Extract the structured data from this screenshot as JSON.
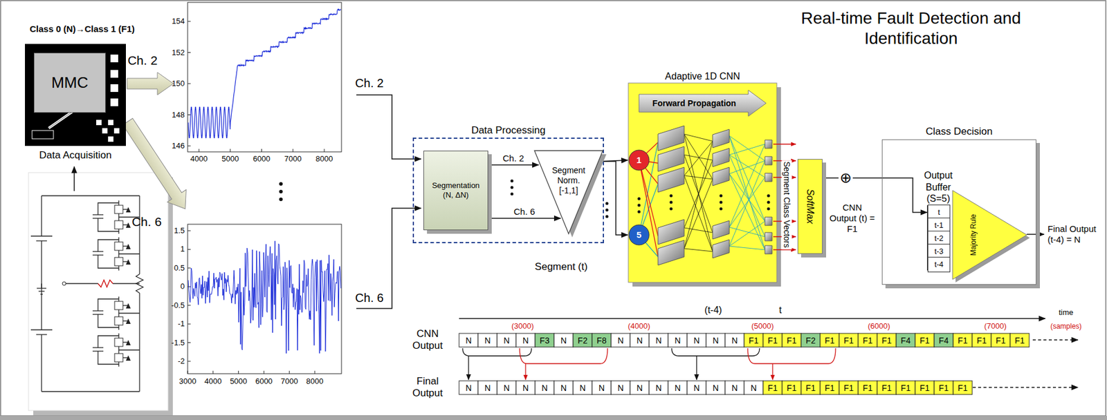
{
  "diagram": {
    "title": "Real-time Fault Detection and Identification",
    "nodes": [
      {
        "text": [
          "Class 0 (N)→Class 1 (F1)",
          "Data Acquisition"
        ]
      },
      {
        "text": [
          "MMC"
        ],
        "in": 0
      },
      {
        "text": [
          "Data Processing"
        ]
      },
      {
        "text": [
          "Segmentation (N, ΔN)"
        ],
        "in": 2
      },
      {
        "text": [
          "Segment Norm. [-1,1]"
        ],
        "in": 2
      },
      {
        "text": [
          "Adaptive 1D CNN"
        ]
      },
      {
        "text": [
          "Forward Propagation"
        ],
        "in": 5
      },
      {
        "text": [
          "1"
        ],
        "in": 5
      },
      {
        "text": [
          "5"
        ],
        "in": 5
      },
      {
        "text": [
          "SoftMax"
        ]
      },
      {
        "text": [
          "Class Decision"
        ]
      },
      {
        "text": [
          "Output Buffer (S=5)"
        ],
        "in": 10
      },
      {
        "text": [
          "t"
        ],
        "in": 11
      },
      {
        "text": [
          "t-1"
        ],
        "in": 11
      },
      {
        "text": [
          "t-2"
        ],
        "in": 11
      },
      {
        "text": [
          "t-3"
        ],
        "in": 11
      },
      {
        "text": [
          "t-4"
        ],
        "in": 11
      },
      {
        "text": [
          "Majority Rule"
        ],
        "in": 10
      }
    ],
    "edges": [
      {
        "from": 3,
        "to": 4,
        "arrow": "to",
        "label": "Ch. 2"
      },
      {
        "from": 3,
        "to": 4,
        "arrow": "to",
        "label": "Ch. 6"
      },
      {
        "from": 4,
        "to": 7,
        "arrow": "to"
      },
      {
        "from": 4,
        "to": 8,
        "arrow": "to"
      },
      {
        "from": 9,
        "to": 12,
        "arrow": "to"
      }
    ],
    "labels": [
      "Ch. 2",
      "Ch. 6",
      "146",
      "148",
      "150",
      "152",
      "154",
      "4000",
      "5000",
      "6000",
      "7000",
      "8000",
      "-2",
      "-1.5",
      "-1",
      "-0.5",
      "0",
      "0.5",
      "1",
      "1.5",
      "3000",
      "4000",
      "5000",
      "6000",
      "7000",
      "8000",
      "Ch. 2",
      "Ch. 6",
      "Segment (t)",
      "Segment Class Vectors",
      "⊕",
      "CNN Output (t) = F1",
      "Final Output (t-4) = N",
      "(t-4)",
      "t",
      "time",
      "(samples)",
      "(3000)",
      "(4000)",
      "(5000)",
      "(6000)",
      "(7000)",
      "CNN Output",
      "Final Output",
      "N",
      "N",
      "N",
      "N",
      "F3",
      "N",
      "F2",
      "F8",
      "N",
      "N",
      "N",
      "N",
      "N",
      "N",
      "N",
      "F1",
      "F1",
      "F1",
      "F2",
      "F1",
      "F1",
      "F1",
      "F1",
      "F4",
      "F1",
      "F4",
      "F1",
      "F1",
      "F1",
      "F1",
      "N",
      "N",
      "N",
      "N",
      "N",
      "N",
      "N",
      "N",
      "N",
      "N",
      "N",
      "N",
      "N",
      "N",
      "N",
      "N",
      "F1",
      "F1",
      "F1",
      "F1",
      "F1",
      "F1",
      "F1",
      "F1",
      "F1",
      "F1",
      "F1"
    ]
  }
}
